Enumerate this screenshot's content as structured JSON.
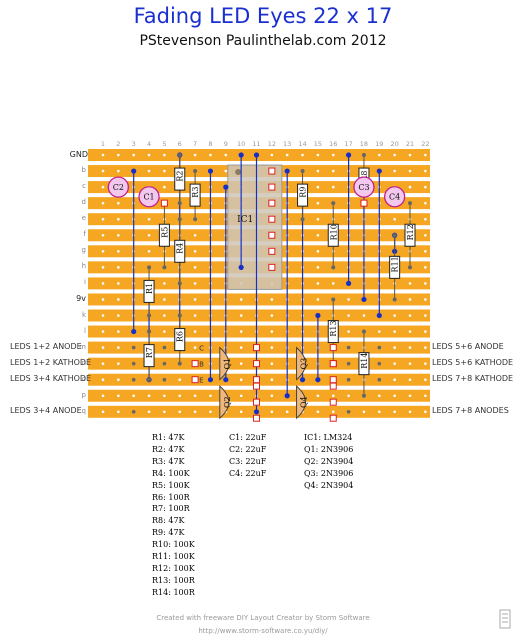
{
  "header": {
    "title": "Fading LED Eyes 22 x 17",
    "subtitle": "PStevenson Paulinthelab.com 2012"
  },
  "board": {
    "columns": [
      "1",
      "2",
      "3",
      "4",
      "5",
      "6",
      "7",
      "8",
      "9",
      "10",
      "11",
      "12",
      "13",
      "14",
      "15",
      "16",
      "17",
      "18",
      "19",
      "20",
      "21",
      "22"
    ],
    "rows": [
      "GND",
      "b",
      "c",
      "d",
      "e",
      "f",
      "g",
      "h",
      "i",
      "9v",
      "k",
      "l",
      "m",
      "n",
      "o",
      "p",
      "q"
    ]
  },
  "labels": {
    "left": [
      "LEDS 1+2 ANODE",
      "LEDS 1+2 KATHODE",
      "LEDS 3+4 KATHODE",
      "LEDS 3+4 ANODE"
    ],
    "right": [
      "LEDS 5+6 ANODE",
      "LEDS 5+6 KATHODE",
      "LEDS 7+8 KATHODE",
      "LEDS 7+8 ANODES"
    ],
    "transistor_pins": [
      "C",
      "B",
      "E"
    ]
  },
  "components": {
    "capacitors": [
      "C1",
      "C2",
      "C3",
      "C4"
    ],
    "resistors": [
      "R1",
      "R2",
      "R3",
      "R4",
      "R5",
      "R6",
      "R7",
      "R8",
      "R9",
      "R10",
      "R11",
      "R12",
      "R13",
      "R14"
    ],
    "transistors": [
      "Q1",
      "Q2",
      "Q3",
      "Q4"
    ],
    "ic": "IC1"
  },
  "parts_list": {
    "resistors": [
      "R1: 47K",
      "R2: 47K",
      "R3: 47K",
      "R4: 100K",
      "R5: 100K",
      "R6: 100R",
      "R7: 100R",
      "R8: 47K",
      "R9: 47K",
      "R10: 100K",
      "R11: 100K",
      "R12: 100K",
      "R13: 100R",
      "R14: 100R"
    ],
    "capacitors": [
      "C1: 22uF",
      "C2: 22uF",
      "C3: 22uF",
      "C4: 22uF"
    ],
    "semis": [
      "IC1: LM324",
      "Q1: 2N3906",
      "Q2: 2N3904",
      "Q3: 2N3906",
      "Q4: 2N3904"
    ]
  },
  "footer": {
    "line1": "Created with freeware DIY Layout Creator by Storm Software",
    "line2": "http://www.storm-software.co.yu/diy/"
  },
  "colors": {
    "title": "#1a2fd0",
    "strip": "#f5a623",
    "wire": "#1530c8",
    "hole": "#ffffff"
  }
}
